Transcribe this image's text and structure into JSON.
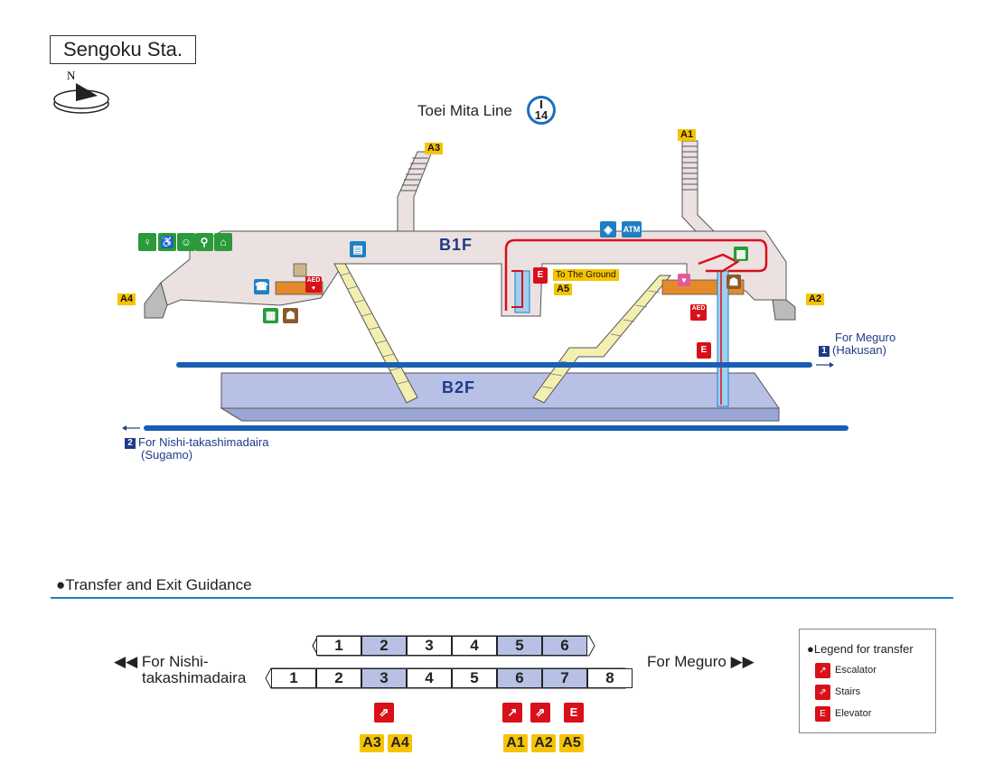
{
  "station": {
    "name": "Sengoku Sta.",
    "compass": "N"
  },
  "line": {
    "name": "Toei Mita Line",
    "code_letter": "I",
    "code_number": "14",
    "color": "#1f6ec1"
  },
  "exits": {
    "a1": "A1",
    "a2": "A2",
    "a3": "A3",
    "a4": "A4",
    "a5": "A5"
  },
  "floors": {
    "upper": "B1F",
    "lower": "B2F"
  },
  "labels": {
    "to_ground": "To The Ground",
    "atm": "ATM",
    "aed": "AED"
  },
  "directions": {
    "meguro_number": "1",
    "meguro_line1": "For Meguro",
    "meguro_line2": "(Hakusan)",
    "nishi_number": "2",
    "nishi_line1": "For Nishi-takashimadaira",
    "nishi_line2": "(Sugamo)"
  },
  "transfer": {
    "title": "●Transfer and Exit Guidance",
    "left_line1": "◀◀ For Nishi-",
    "left_line2": "takashimadaira",
    "right_label": "For Meguro ▶▶",
    "upper_cars": [
      "1",
      "2",
      "3",
      "4",
      "5",
      "6"
    ],
    "upper_highlight": [
      false,
      true,
      false,
      false,
      true,
      true
    ],
    "lower_cars": [
      "1",
      "2",
      "3",
      "4",
      "5",
      "6",
      "7",
      "8"
    ],
    "lower_highlight": [
      false,
      false,
      true,
      false,
      false,
      true,
      true,
      false
    ],
    "car3_exits": [
      "A3",
      "A4"
    ],
    "car6_exits": [
      "A1",
      "A2",
      "A5"
    ]
  },
  "legend": {
    "title": "●Legend for transfer",
    "escalator": "Escalator",
    "stairs": "Stairs",
    "elevator": "Elevator"
  },
  "colors": {
    "floor_fill": "#ebe1e1",
    "platform_fill": "#b7c1e6",
    "track": "#1a5fb4",
    "stairs": "#f3efb0",
    "exit_tag": "#f5c400",
    "elevator_red": "#d8101a"
  }
}
